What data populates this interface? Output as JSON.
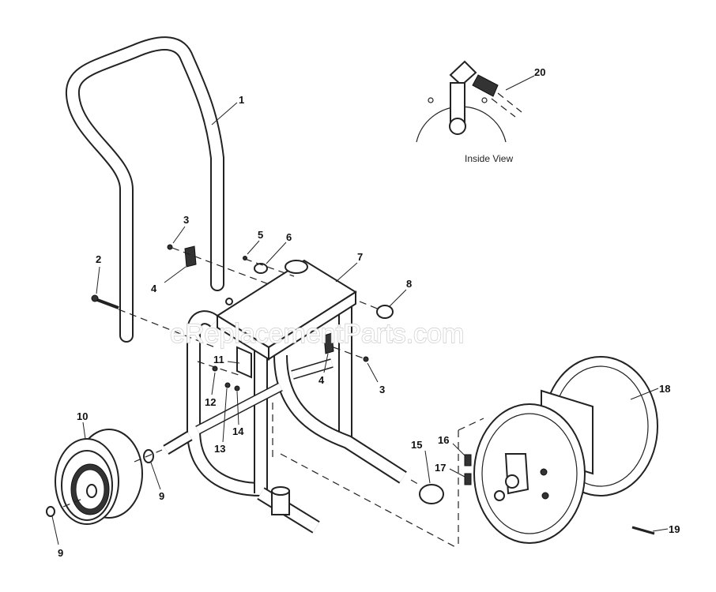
{
  "diagram": {
    "watermark": "eReplacementParts.com",
    "inset_caption": "Inside View",
    "callouts": [
      {
        "id": "p1",
        "label": "1"
      },
      {
        "id": "p2",
        "label": "2"
      },
      {
        "id": "p3a",
        "label": "3"
      },
      {
        "id": "p3b",
        "label": "3"
      },
      {
        "id": "p4a",
        "label": "4"
      },
      {
        "id": "p4b",
        "label": "4"
      },
      {
        "id": "p5",
        "label": "5"
      },
      {
        "id": "p6",
        "label": "6"
      },
      {
        "id": "p7",
        "label": "7"
      },
      {
        "id": "p8",
        "label": "8"
      },
      {
        "id": "p9a",
        "label": "9"
      },
      {
        "id": "p9b",
        "label": "9"
      },
      {
        "id": "p10",
        "label": "10"
      },
      {
        "id": "p11",
        "label": "11"
      },
      {
        "id": "p12",
        "label": "12"
      },
      {
        "id": "p13",
        "label": "13"
      },
      {
        "id": "p14",
        "label": "14"
      },
      {
        "id": "p15",
        "label": "15"
      },
      {
        "id": "p16",
        "label": "16"
      },
      {
        "id": "p17",
        "label": "17"
      },
      {
        "id": "p18",
        "label": "18"
      },
      {
        "id": "p19",
        "label": "19"
      },
      {
        "id": "p20",
        "label": "20"
      }
    ]
  }
}
